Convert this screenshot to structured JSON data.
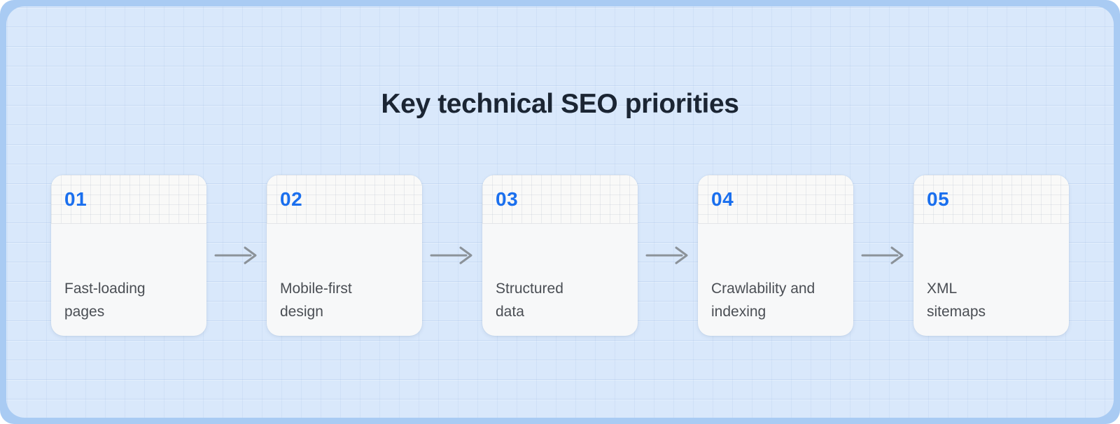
{
  "title": "Key technical SEO priorities",
  "steps": [
    {
      "number": "01",
      "label": "Fast-loading\npages"
    },
    {
      "number": "02",
      "label": "Mobile-first\ndesign"
    },
    {
      "number": "03",
      "label": "Structured\ndata"
    },
    {
      "number": "04",
      "label": "Crawlability and\nindexing"
    },
    {
      "number": "05",
      "label": "XML\nsitemaps"
    }
  ],
  "connector_icon": "arrow-right-icon",
  "colors": {
    "accent_blue": "#1a6fee",
    "title_text": "#1b2533",
    "body_text": "#4a4e54",
    "arrow": "#8b9299",
    "frame": "#a9cbf3",
    "panel_bg": "#d9e8fb",
    "card_bg": "#f7f8f9",
    "card_header_bg": "#f9f9f8",
    "divider": "#e3e5e8"
  }
}
